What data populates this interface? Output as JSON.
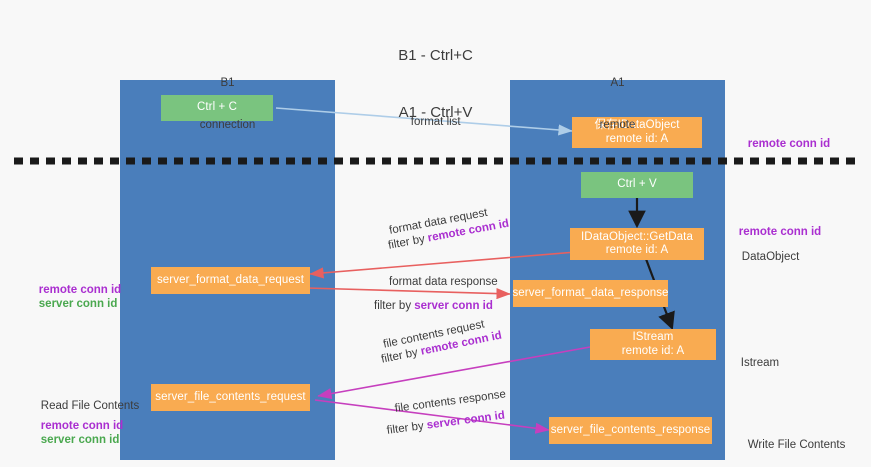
{
  "title": {
    "line1": "B1 - Ctrl+C",
    "line2": "A1 - Ctrl+V"
  },
  "columns": [
    {
      "name": "B1",
      "role": "connection"
    },
    {
      "name": "A1",
      "role": "remote"
    }
  ],
  "colors": {
    "lane": "#4a7ebb",
    "box_orange": "#f9ab51",
    "box_green": "#7ac47f",
    "arrow_blue": "#aecde8",
    "arrow_black": "#1a1a1a",
    "arrow_red": "#e8605f",
    "arrow_magenta": "#c63fbe",
    "text_purple": "#aa2fd0",
    "text_green": "#4aa84f",
    "background": "#f8f8f8",
    "divider": "#1a1a1a"
  },
  "boxes": {
    "ctrl_c": {
      "label": "Ctrl + C"
    },
    "ctrl_v": {
      "label": "Ctrl + V"
    },
    "idataobject_store": {
      "line1": "保存IDataObject",
      "line2": "remote id: A"
    },
    "idataobject_getdata": {
      "line1": "IDataObject::GetData",
      "line2": "remote id: A"
    },
    "istream": {
      "line1": "IStream",
      "line2": "remote id: A"
    },
    "server_format_data_request": {
      "label": "server_format_data_request"
    },
    "server_format_data_response": {
      "label": "server_format_data_response"
    },
    "server_file_contents_request": {
      "label": "server_file_contents_request"
    },
    "server_file_contents_response": {
      "label": "server_file_contents_response"
    }
  },
  "arrow_labels": {
    "format_list": "format list",
    "format_data_request": "format data request",
    "format_data_request_filter_prefix": "filter by ",
    "format_data_request_filter_key": "remote conn id",
    "format_data_response": "format data response",
    "format_data_response_filter_prefix": "filter by ",
    "format_data_response_filter_key": "server conn id",
    "file_contents_request": "file contents request",
    "file_contents_request_filter_prefix": "filter by ",
    "file_contents_request_filter_key": "remote conn id",
    "file_contents_response": "file contents response",
    "file_contents_response_filter_prefix": "filter by ",
    "file_contents_response_filter_key": "server conn id"
  },
  "right_annotations": {
    "remote_conn_id_top": "remote conn id",
    "remote_conn_id_mid": "remote conn id",
    "dataobject": "DataObject",
    "istream": "Istream",
    "write_file_contents": "Write File Contents"
  },
  "left_annotations": {
    "mid_remote_conn_id": "remote conn id",
    "mid_server_conn_id": "server conn id",
    "read_file_contents": "Read File Contents",
    "bottom_remote_conn_id": "remote conn id",
    "bottom_server_conn_id": "server conn id"
  }
}
